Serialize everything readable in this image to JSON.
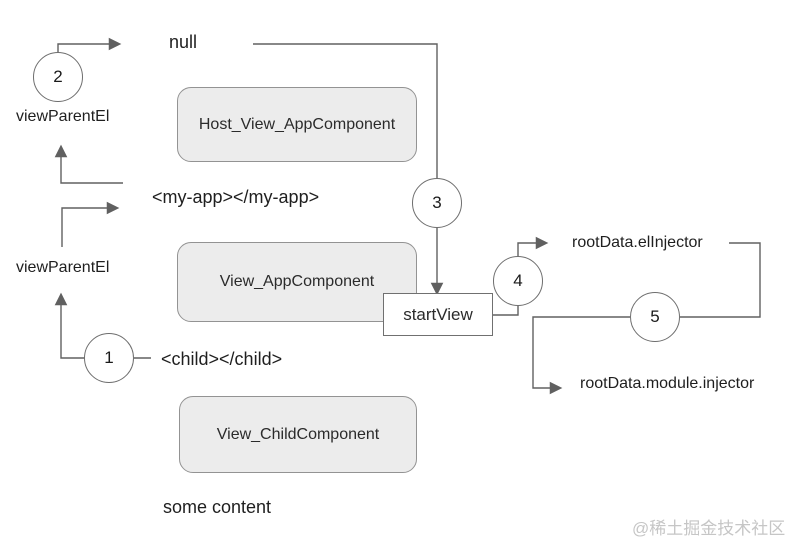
{
  "diagram": {
    "title_hint": "Angular view tree / injector diagram",
    "colors": {
      "background": "#ffffff",
      "line": "#606060",
      "box_fill": "#ececec",
      "box_border": "#939393",
      "circle_border": "#6e6e6e",
      "text": "#1f1f1f",
      "watermark": "#c6c6c6"
    },
    "boxes": {
      "host_view": "Host_View_AppComponent",
      "view_app": "View_AppComponent",
      "view_child": "View_ChildComponent",
      "start_view": "startView"
    },
    "labels": {
      "null_ref": "null",
      "view_parent_el_top": "viewParentEl",
      "view_parent_el_mid": "viewParentEl",
      "my_app_tag": "<my-app></my-app>",
      "child_tag": "<child></child>",
      "some_content": "some content",
      "root_data_el_injector": "rootData.elInjector",
      "root_data_module_injector": "rootData.module.injector"
    },
    "steps": {
      "one": "1",
      "two": "2",
      "three": "3",
      "four": "4",
      "five": "5"
    },
    "watermark": "@稀土掘金技术社区"
  }
}
